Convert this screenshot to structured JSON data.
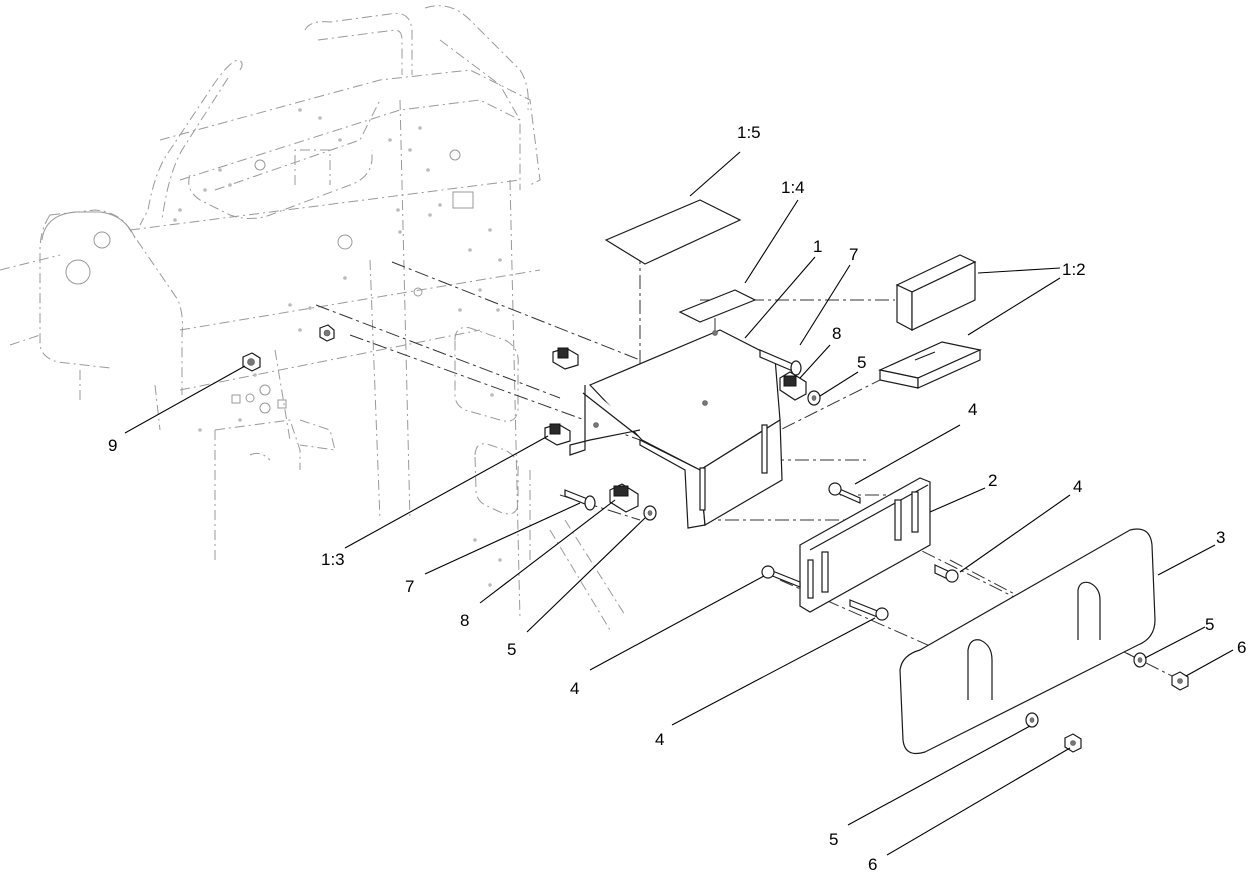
{
  "callouts": {
    "c1_5": "1:5",
    "c1_4": "1:4",
    "c1": "1",
    "c7_top": "7",
    "c1_2": "1:2",
    "c8_top": "8",
    "c5_top": "5",
    "c9": "9",
    "c4_a": "4",
    "c2": "2",
    "c4_b": "4",
    "c3": "3",
    "c1_3": "1:3",
    "c7_bot": "7",
    "c8_bot": "8",
    "c5_mid": "5",
    "c4_c": "4",
    "c5_right": "5",
    "c6_right": "6",
    "c4_d": "4",
    "c5_bot": "5",
    "c6_bot": "6"
  }
}
